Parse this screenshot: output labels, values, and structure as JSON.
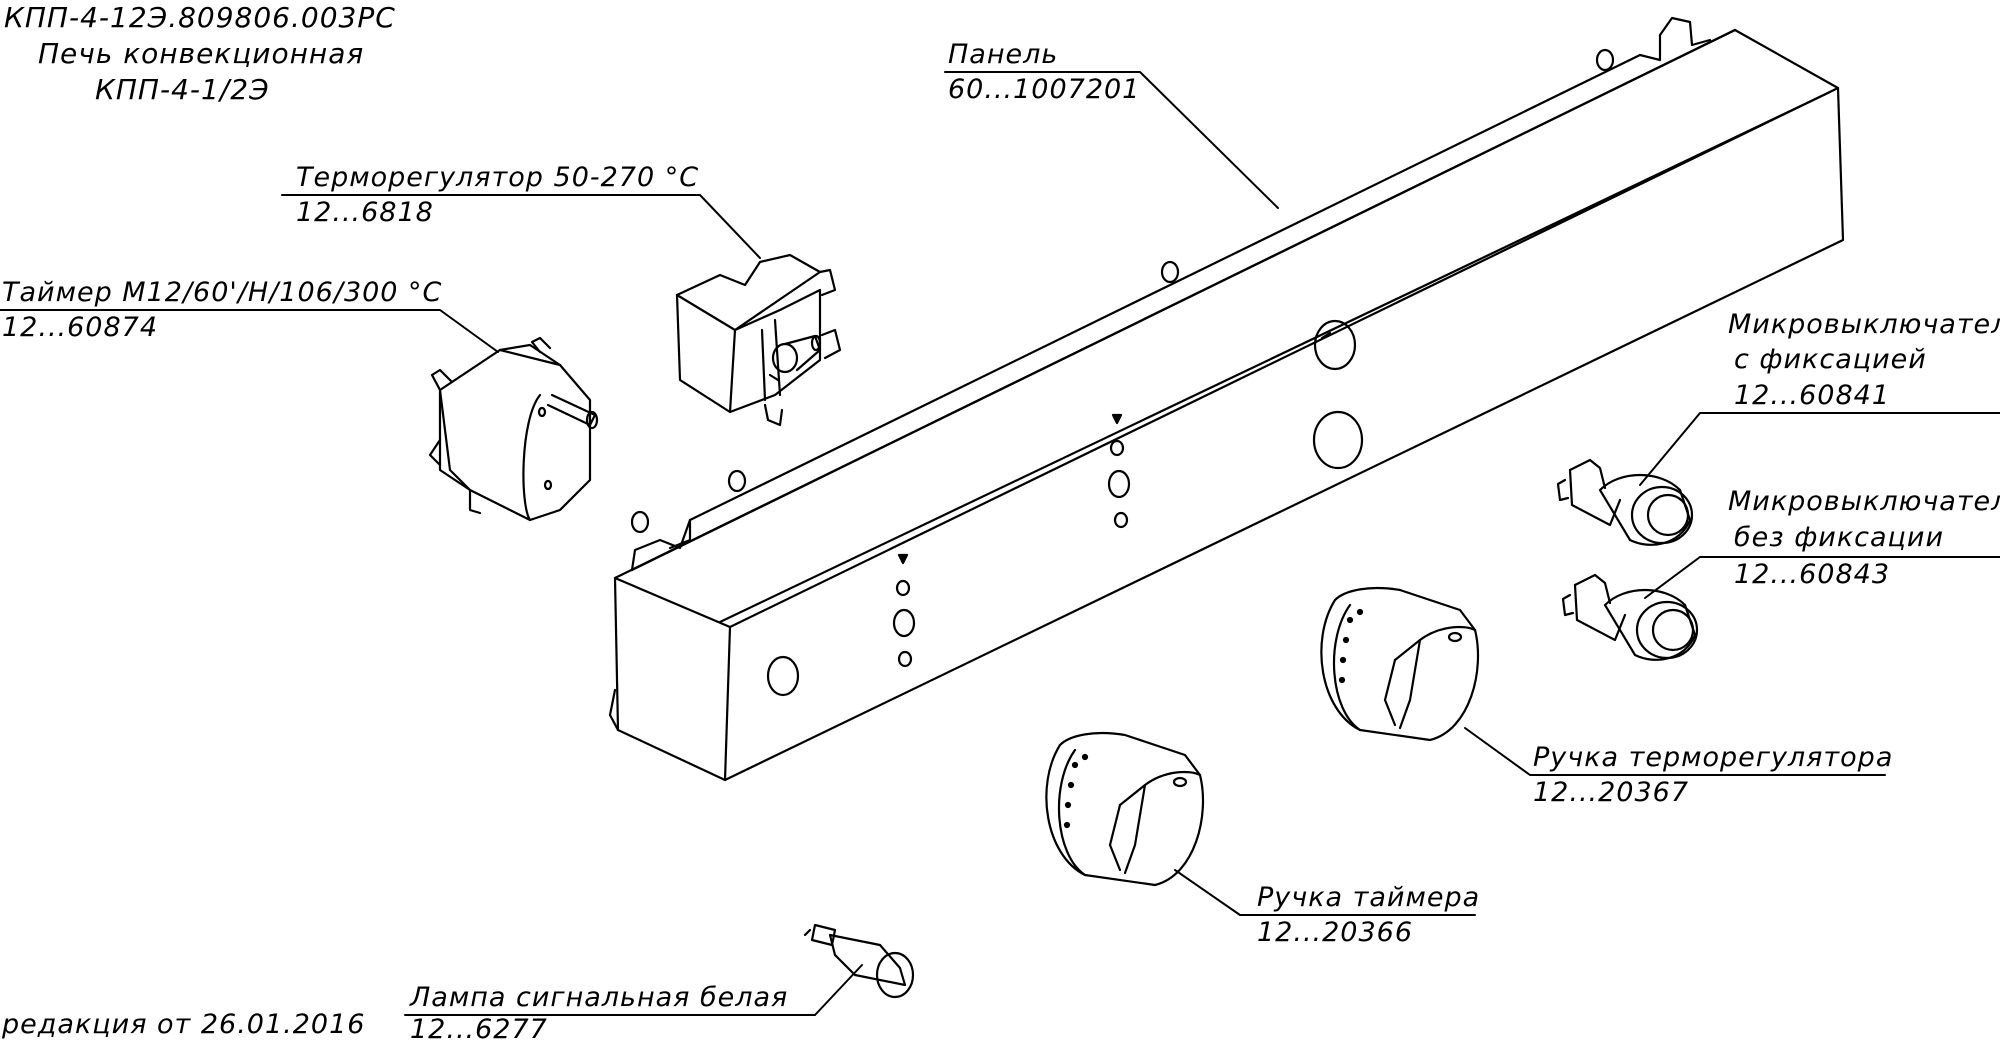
{
  "title_block": {
    "doc_code": "КПП-4-12Э.809806.003РС",
    "name_line1": "Печь конвекционная",
    "name_line2": "КПП-4-1/2Э"
  },
  "revision": "редакция от 26.01.2016",
  "parts": {
    "panel": {
      "name": "Панель",
      "code": "60...1007201"
    },
    "thermostat": {
      "name": "Терморегулятор 50-270 °С",
      "code": "12...6818"
    },
    "timer": {
      "name": "Таймер М12/60'/Н/106/300 °С",
      "code": "12...60874"
    },
    "microswitch_fixed": {
      "name_line1": "Микровыключатель",
      "name_line2": "с фиксацией",
      "code": "12...60841"
    },
    "microswitch_momentary": {
      "name_line1": "Микровыключатель",
      "name_line2": "без фиксации",
      "code": "12...60843"
    },
    "thermostat_knob": {
      "name": "Ручка терморегулятора",
      "code": "12...20367"
    },
    "timer_knob": {
      "name": "Ручка таймера",
      "code": "12...20366"
    },
    "signal_lamp": {
      "name": "Лампа сигнальная белая",
      "code": "12...6277"
    }
  },
  "colors": {
    "line": "#000000",
    "background": "#ffffff"
  }
}
